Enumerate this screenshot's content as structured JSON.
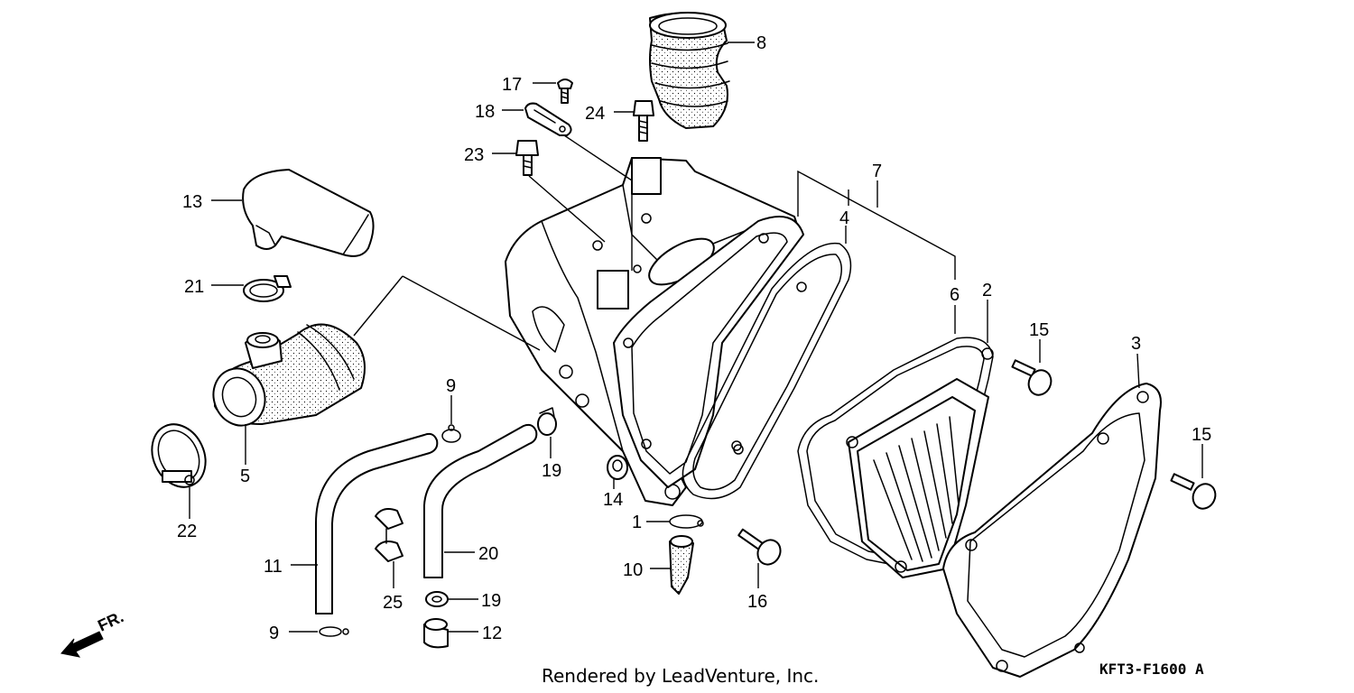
{
  "diagram": {
    "callouts": [
      "8",
      "17",
      "18",
      "24",
      "23",
      "13",
      "21",
      "5",
      "22",
      "7",
      "4",
      "6",
      "2",
      "15",
      "15",
      "3",
      "9",
      "19",
      "14",
      "1",
      "10",
      "16",
      "11",
      "20",
      "25",
      "19",
      "9",
      "12"
    ],
    "direction_label": "FR.",
    "footer_credit": "Rendered by LeadVenture, Inc.",
    "figure_code": "KFT3-F1600 A"
  }
}
